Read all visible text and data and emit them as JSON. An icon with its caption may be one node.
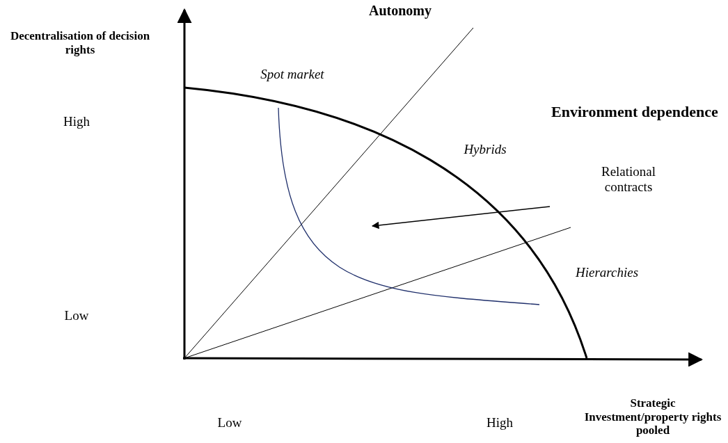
{
  "diagram": {
    "labels": [
      "Autonomy",
      "Decentralisation of decision rights",
      "Spot market",
      "Environment dependence",
      "High",
      "Hybrids",
      "Relational contracts",
      "Hierarchies",
      "Low",
      "Strategic Investment/property rights pooled",
      "Low",
      "High"
    ]
  }
}
